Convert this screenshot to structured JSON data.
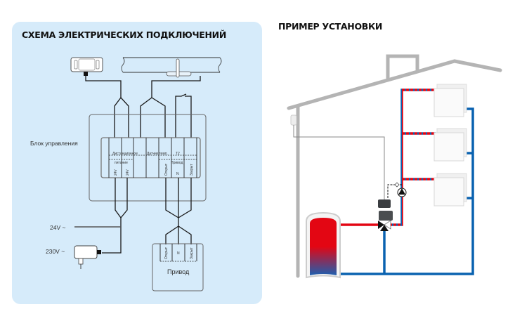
{
  "left_panel": {
    "title": "СХЕМА ЭЛЕКТРИЧЕСКИХ ПОДКЛЮЧЕНИЙ",
    "control_unit_label": "Блок управления",
    "terminal_groups": {
      "remote": "Дистанционное",
      "pipe_sensor": "Датчик темп.",
      "t2": "T2",
      "power": "питание",
      "actuator": "Привод"
    },
    "terminals": {
      "v24_a": "24V",
      "v24_b": "24V",
      "open": "Открыт",
      "n": "N",
      "close": "Закрыт"
    },
    "voltage_24": "24V ~",
    "voltage_230": "230V ~",
    "actuator_box": {
      "label": "Привод",
      "terminals": [
        "Открыт",
        "N",
        "Закрыт"
      ]
    }
  },
  "right_panel": {
    "title": "ПРИМЕР УСТАНОВКИ"
  },
  "colors": {
    "panel_bg": "#d6ebfa",
    "supply_red": "#e30613",
    "return_blue": "#0a62b0",
    "house_gray": "#b4b4b4",
    "wire": "#1a1a1a"
  }
}
